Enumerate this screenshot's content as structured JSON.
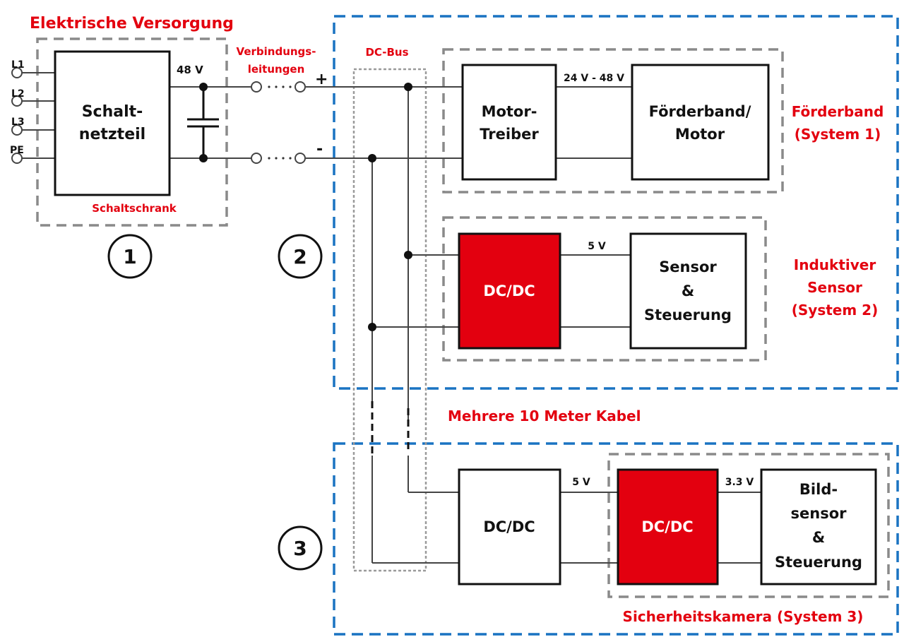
{
  "title": "Elektrische Versorgung",
  "colors": {
    "accent_red": "#e3000f",
    "system_boundary_blue": "#1a73c2",
    "group_dash_gray": "#8a8a8a",
    "wire": "#444444"
  },
  "supply": {
    "inputs": [
      "L1",
      "L2",
      "L3",
      "PE"
    ],
    "psu_label_line1": "Schalt-",
    "psu_label_line2": "netzteil",
    "voltage": "48 V",
    "cabinet_label": "Schaltschrank",
    "connections_label_line1": "Verbindungs-",
    "connections_label_line2": "leitungen",
    "plus": "+",
    "minus": "-"
  },
  "bus": {
    "label": "DC-Bus"
  },
  "markers": [
    "1",
    "2",
    "3"
  ],
  "cable_note": "Mehrere 10 Meter Kabel",
  "systems": [
    {
      "name_line1": "Förderband",
      "name_line2": "(System 1)",
      "blocks": [
        {
          "line1": "Motor-",
          "line2": "Treiber"
        },
        {
          "line1": "Förderband/",
          "line2": "Motor"
        }
      ],
      "link_voltage": "24 V - 48 V"
    },
    {
      "name_line1": "Induktiver",
      "name_line2": "Sensor",
      "name_line3": "(System 2)",
      "blocks": [
        {
          "line1": "DC/DC",
          "highlight": true
        },
        {
          "line1": "Sensor",
          "line2": "&",
          "line3": "Steuerung"
        }
      ],
      "link_voltage": "5 V"
    },
    {
      "name": "Sicherheitskamera (System 3)",
      "blocks": [
        {
          "line1": "DC/DC"
        },
        {
          "line1": "DC/DC",
          "highlight": true
        },
        {
          "line1": "Bild-",
          "line2": "sensor",
          "line3": "&",
          "line4": "Steuerung"
        }
      ],
      "link_voltages": [
        "5 V",
        "3.3 V"
      ]
    }
  ]
}
